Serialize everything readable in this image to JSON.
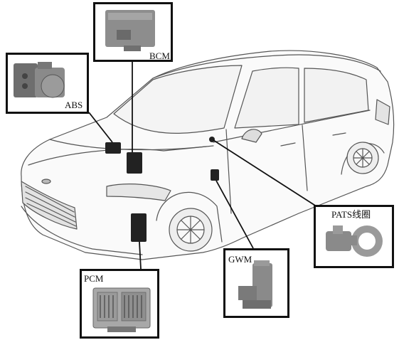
{
  "modules": {
    "abs": {
      "label": "ABS"
    },
    "bcm": {
      "label": "BCM"
    },
    "pcm": {
      "label": "PCM"
    },
    "gwm": {
      "label": "GWM"
    },
    "pats": {
      "label": "PATS线圈"
    }
  },
  "colors": {
    "frame": "#111111",
    "car_line": "#555555",
    "car_fill": "#ececec",
    "module_fill": "#8a8a8a",
    "module_dark": "#222222"
  }
}
